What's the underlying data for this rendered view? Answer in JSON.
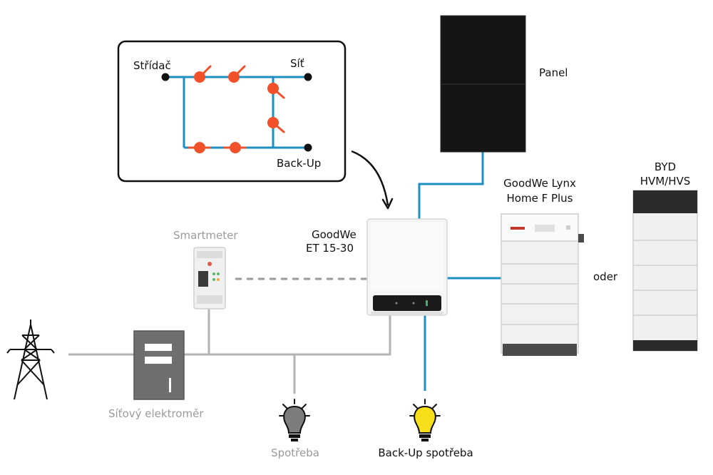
{
  "schematic": {
    "inverter_label": "Střídač",
    "grid_label": "Síť",
    "backup_label": "Back-Up"
  },
  "devices": {
    "panel_label": "Panel",
    "inverter_label_line1": "GoodWe",
    "inverter_label_line2": "ET 15-30",
    "smartmeter_label": "Smartmeter",
    "lynx_label_line1": "GoodWe Lynx",
    "lynx_label_line2": "Home F Plus",
    "or_label": "oder",
    "byd_label_line1": "BYD",
    "byd_label_line2": "HVM/HVS",
    "meter_label": "Síťový elektroměr",
    "consumption_label": "Spotřeba",
    "backup_consumption_label": "Back-Up spotřeba"
  },
  "colors": {
    "dc_line": "#1e8fc2",
    "ac_line": "#b3b3b3",
    "switch_red": "#f0512a",
    "bulb_grey": "#7d7d7d",
    "bulb_yellow": "#f7e01a",
    "panel_black": "#151515"
  }
}
